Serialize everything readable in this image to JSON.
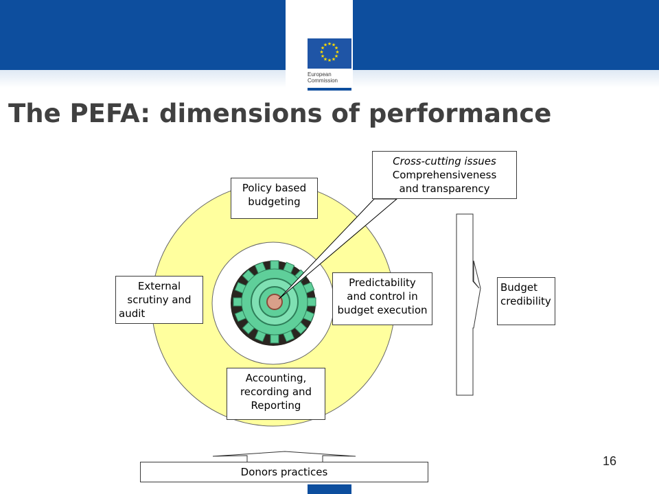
{
  "slide": {
    "title": "The PEFA: dimensions of performance",
    "page_number": "16"
  },
  "logo": {
    "line1": "European",
    "line2": "Commission"
  },
  "diagram": {
    "cross_cutting": {
      "title": "Cross-cutting issues",
      "line1": "Comprehensiveness",
      "line2": "and transparency"
    },
    "policy": {
      "line1": "Policy based",
      "line2": "budgeting"
    },
    "external": {
      "line1": "External",
      "line2": "scrutiny and",
      "line3": "audit"
    },
    "predictability": {
      "line1": "Predictability",
      "line2": "and control in",
      "line3": "budget execution"
    },
    "accounting": {
      "line1": "Accounting,",
      "line2": "recording and",
      "line3": "Reporting"
    },
    "credibility": {
      "line1": "Budget",
      "line2": "credibility"
    },
    "donors": {
      "label": "Donors practices"
    }
  },
  "colors": {
    "brand_blue": "#0d4e9e",
    "ring_yellow": "#ffff9e",
    "gear_green": "#5fcf9a"
  },
  "icons": [
    "eu-flag-icon",
    "gear-icon"
  ]
}
